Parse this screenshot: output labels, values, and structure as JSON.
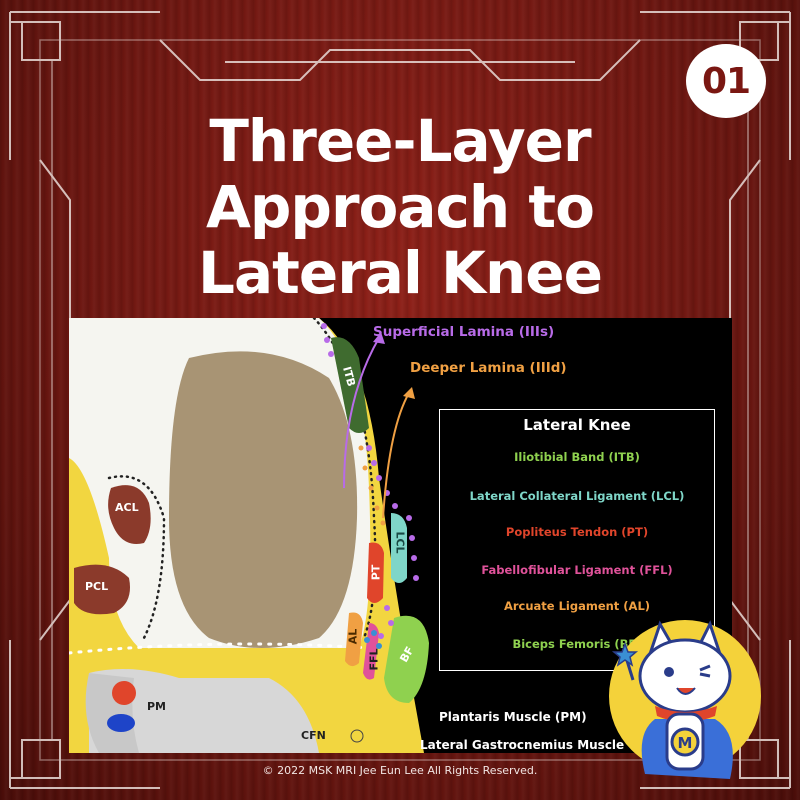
{
  "badge": {
    "number": "01"
  },
  "title": {
    "line1": "Three-Layer",
    "line2": "Approach to",
    "line3": "Lateral Knee"
  },
  "laminas": {
    "superficial": "Superficial Lamina (IIIs)",
    "deeper": "Deeper Lamina (IIId)"
  },
  "structures": {
    "itb": "ITB",
    "lcl": "LCL",
    "pt": "PT",
    "al": "AL",
    "ffl": "FFL",
    "bf": "BF",
    "acl": "ACL",
    "pcl": "PCL",
    "pm": "PM",
    "cfn": "CFN"
  },
  "legend": {
    "title": "Lateral Knee",
    "items": [
      {
        "label": "Iliotibial Band (ITB)",
        "color": "#8fd14f"
      },
      {
        "label": "Lateral Collateral Ligament (LCL)",
        "color": "#7fd6c8"
      },
      {
        "label": "Popliteus Tendon (PT)",
        "color": "#e0452b"
      },
      {
        "label": "Fabellofibular Ligament (FFL)",
        "color": "#e0529a"
      },
      {
        "label": "Arcuate Ligament (AL)",
        "color": "#f0a043"
      },
      {
        "label": "Biceps Femoris (BF)",
        "color": "#8fd14f"
      }
    ],
    "under": [
      "Plantaris Muscle (PM)",
      "Lateral Gastrocnemius Muscle"
    ]
  },
  "colors": {
    "background": "#6e1711",
    "fat": "#f2d640",
    "bone": "#a89474",
    "superficial": "#b86be8",
    "deeper": "#f0a043"
  },
  "copyright": "© 2022 MSK MRI Jee Eun Lee All Rights Reserved."
}
